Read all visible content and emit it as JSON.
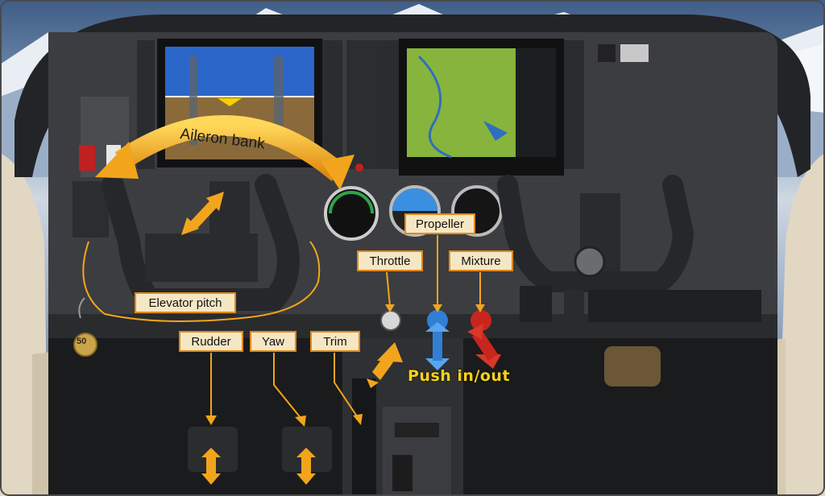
{
  "annotations": {
    "aileron_bank": "Aileron bank",
    "elevator_pitch": "Elevator pitch",
    "throttle": "Throttle",
    "propeller": "Propeller",
    "mixture": "Mixture",
    "rudder": "Rudder",
    "yaw": "Yaw",
    "trim": "Trim",
    "push_in_out": "Push in/out"
  },
  "keyring_tag": "50",
  "colors": {
    "label_fill": "#f6e7c4",
    "label_border": "#e0891a",
    "arrow_orange": "#f2a51c",
    "push_text": "#f7d21a",
    "propeller_knob": "#2f7fd6",
    "mixture_knob": "#c8251e",
    "panel": "#3b3d40"
  },
  "icons": [
    "aileron-bank-arrow-icon",
    "elevator-pitch-arrow-icon",
    "throttle-arrow-icon",
    "propeller-arrow-icon",
    "mixture-arrow-icon",
    "rudder-arrow-icon",
    "yaw-arrow-icon"
  ]
}
